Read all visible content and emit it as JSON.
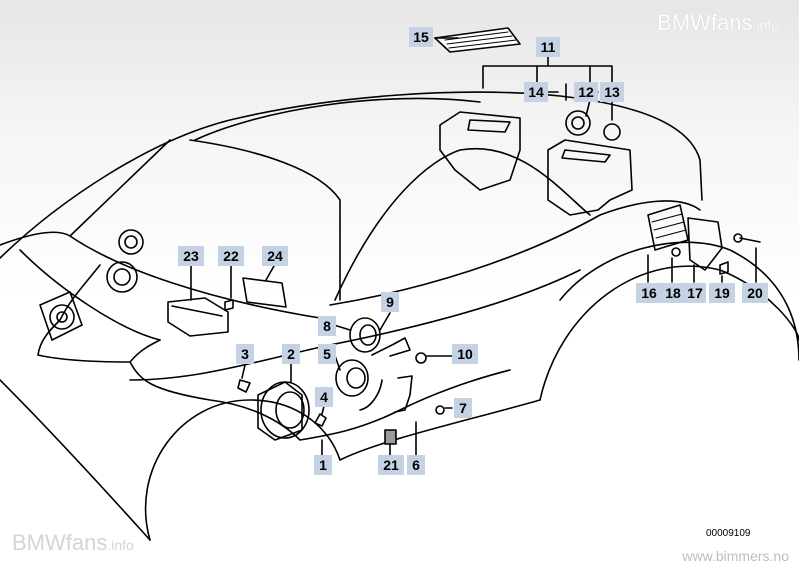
{
  "watermark_top": {
    "main": "BMWfans",
    "suffix": ".info"
  },
  "watermark_bottom": {
    "main": "BMWfans",
    "suffix": ".info"
  },
  "diagram_number": "00009109",
  "site_url": "www.bimmers.no",
  "callouts": [
    "1",
    "2",
    "3",
    "4",
    "5",
    "6",
    "7",
    "8",
    "9",
    "10",
    "11",
    "12",
    "13",
    "14",
    "15",
    "16",
    "17",
    "18",
    "19",
    "20",
    "21",
    "22",
    "23",
    "24"
  ]
}
